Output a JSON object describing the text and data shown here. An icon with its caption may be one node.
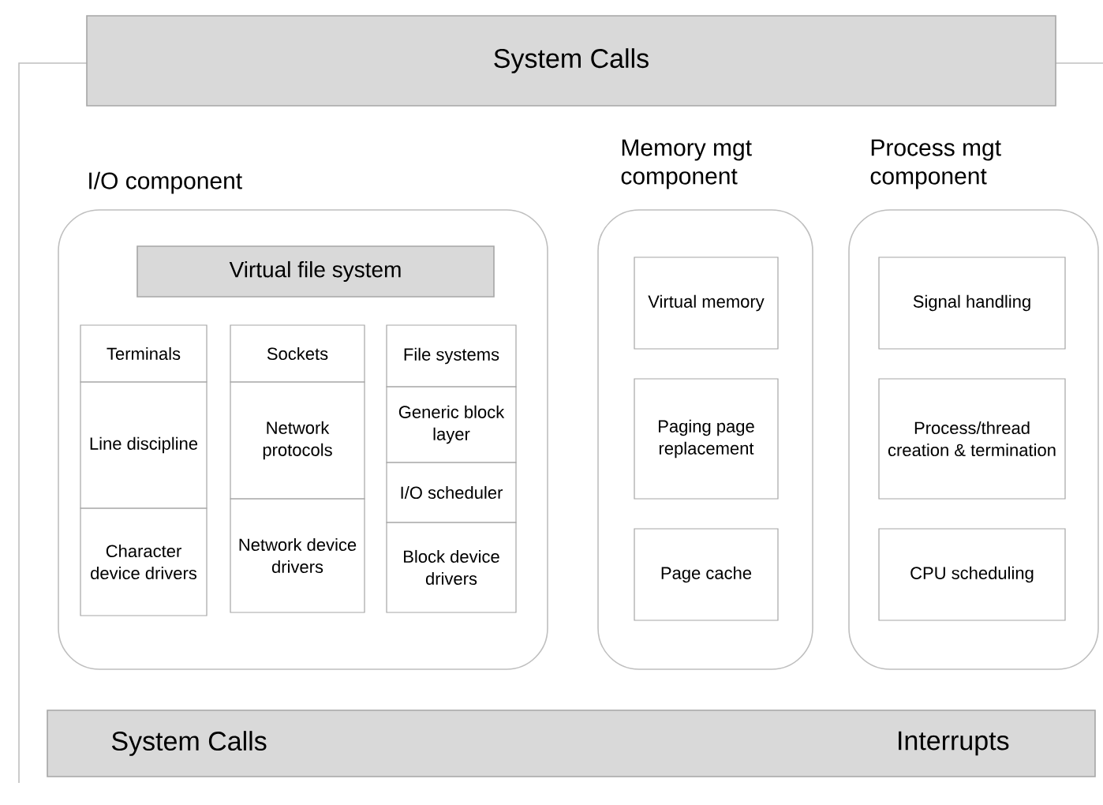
{
  "diagram": {
    "nodes": [
      {
        "text": [
          "System Calls"
        ]
      },
      {
        "text": [
          "I/O component"
        ]
      },
      {
        "text": [
          "Virtual file system"
        ],
        "in": 1
      },
      {
        "text": [
          "Terminals"
        ],
        "in": 1
      },
      {
        "text": [
          "Line discipline"
        ],
        "in": 1
      },
      {
        "text": [
          "Character device drivers"
        ],
        "in": 1
      },
      {
        "text": [
          "Sockets"
        ],
        "in": 1
      },
      {
        "text": [
          "Network protocols"
        ],
        "in": 1
      },
      {
        "text": [
          "Network device drivers"
        ],
        "in": 1
      },
      {
        "text": [
          "File systems"
        ],
        "in": 1
      },
      {
        "text": [
          "Generic block layer"
        ],
        "in": 1
      },
      {
        "text": [
          "I/O scheduler"
        ],
        "in": 1
      },
      {
        "text": [
          "Block device drivers"
        ],
        "in": 1
      },
      {
        "text": [
          "Memory mgt component"
        ]
      },
      {
        "text": [
          "Virtual memory"
        ],
        "in": 13
      },
      {
        "text": [
          "Paging page replacement"
        ],
        "in": 13
      },
      {
        "text": [
          "Page cache"
        ],
        "in": 13
      },
      {
        "text": [
          "Process mgt component"
        ]
      },
      {
        "text": [
          "Signal handling"
        ],
        "in": 17
      },
      {
        "text": [
          "Process/thread creation & termination"
        ],
        "in": 17
      },
      {
        "text": [
          "CPU scheduling"
        ],
        "in": 17
      },
      {
        "text": [
          "System Calls",
          "Interrupts"
        ]
      }
    ]
  }
}
